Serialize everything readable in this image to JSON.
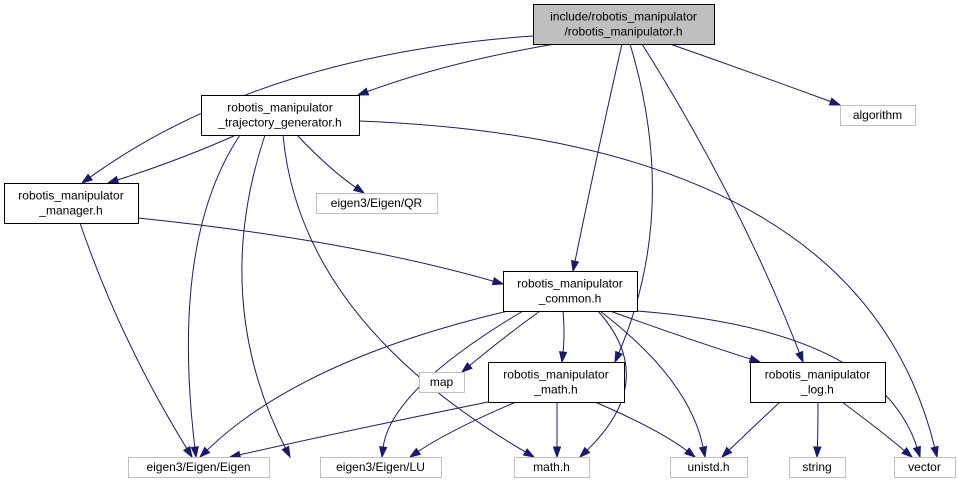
{
  "colors": {
    "edge": "#191970",
    "main_fill": "#bfbfbf",
    "local_border": "#000000",
    "external_border": "#bfbfbf"
  },
  "nodes": [
    {
      "id": "main",
      "kind": "main",
      "lines": [
        "include/robotis_manipulator",
        "/robotis_manipulator.h"
      ]
    },
    {
      "id": "traj",
      "kind": "local",
      "lines": [
        "robotis_manipulator",
        "_trajectory_generator.h"
      ]
    },
    {
      "id": "algorithm",
      "kind": "external",
      "lines": [
        "algorithm"
      ]
    },
    {
      "id": "manager",
      "kind": "local",
      "lines": [
        "robotis_manipulator",
        "_manager.h"
      ]
    },
    {
      "id": "qr",
      "kind": "external",
      "lines": [
        "eigen3/Eigen/QR"
      ]
    },
    {
      "id": "common",
      "kind": "local",
      "lines": [
        "robotis_manipulator",
        "_common.h"
      ]
    },
    {
      "id": "map",
      "kind": "external",
      "lines": [
        "map"
      ]
    },
    {
      "id": "mathh",
      "kind": "local",
      "lines": [
        "robotis_manipulator",
        "_math.h"
      ]
    },
    {
      "id": "logh",
      "kind": "local",
      "lines": [
        "robotis_manipulator",
        "_log.h"
      ]
    },
    {
      "id": "eigen",
      "kind": "external",
      "lines": [
        "eigen3/Eigen/Eigen"
      ]
    },
    {
      "id": "lu",
      "kind": "external",
      "lines": [
        "eigen3/Eigen/LU"
      ]
    },
    {
      "id": "math",
      "kind": "external",
      "lines": [
        "math.h"
      ]
    },
    {
      "id": "unistd",
      "kind": "external",
      "lines": [
        "unistd.h"
      ]
    },
    {
      "id": "string",
      "kind": "external",
      "lines": [
        "string"
      ]
    },
    {
      "id": "vector",
      "kind": "external",
      "lines": [
        "vector"
      ]
    }
  ],
  "edges": [
    {
      "from": "main",
      "to": "traj"
    },
    {
      "from": "main",
      "to": "algorithm"
    },
    {
      "from": "main",
      "to": "manager"
    },
    {
      "from": "main",
      "to": "common"
    },
    {
      "from": "main",
      "to": "mathh"
    },
    {
      "from": "main",
      "to": "logh"
    },
    {
      "from": "traj",
      "to": "manager"
    },
    {
      "from": "traj",
      "to": "qr"
    },
    {
      "from": "traj",
      "to": "eigen"
    },
    {
      "from": "traj",
      "to": "lu"
    },
    {
      "from": "traj",
      "to": "math"
    },
    {
      "from": "traj",
      "to": "vector"
    },
    {
      "from": "manager",
      "to": "common"
    },
    {
      "from": "manager",
      "to": "eigen"
    },
    {
      "from": "common",
      "to": "map"
    },
    {
      "from": "common",
      "to": "mathh"
    },
    {
      "from": "common",
      "to": "logh"
    },
    {
      "from": "common",
      "to": "eigen"
    },
    {
      "from": "common",
      "to": "lu"
    },
    {
      "from": "common",
      "to": "math"
    },
    {
      "from": "common",
      "to": "unistd"
    },
    {
      "from": "common",
      "to": "vector"
    },
    {
      "from": "mathh",
      "to": "eigen"
    },
    {
      "from": "mathh",
      "to": "lu"
    },
    {
      "from": "mathh",
      "to": "math"
    },
    {
      "from": "mathh",
      "to": "unistd"
    },
    {
      "from": "logh",
      "to": "unistd"
    },
    {
      "from": "logh",
      "to": "string"
    },
    {
      "from": "logh",
      "to": "vector"
    }
  ]
}
